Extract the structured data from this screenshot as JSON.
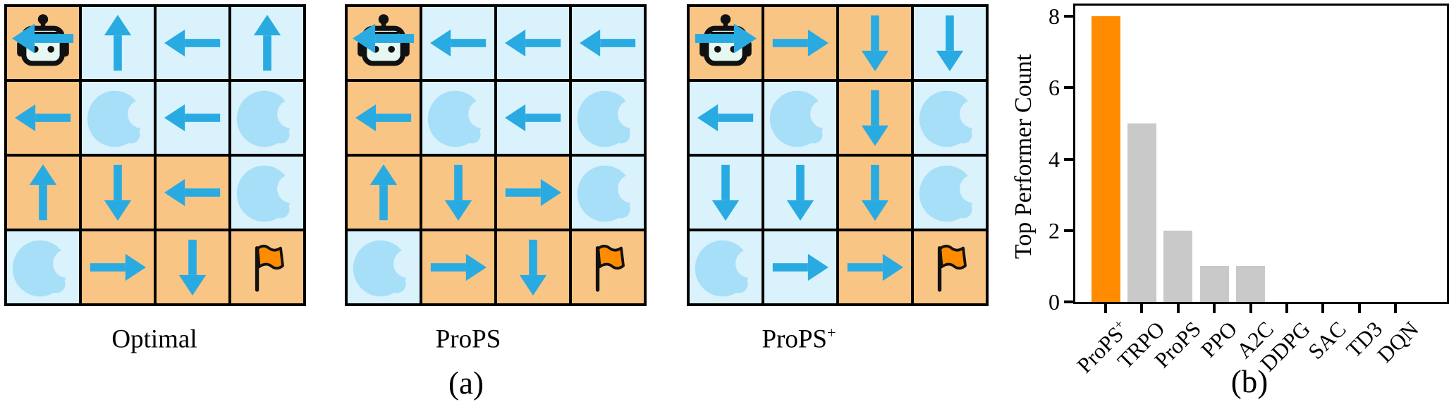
{
  "colors": {
    "cell_orange": "#F9C584",
    "cell_blue": "#D9F2FB",
    "hole_blue": "#A6DFF7",
    "arrow_blue": "#29ABE2",
    "robot_face": "#E7F8F2",
    "ink_black": "#111111",
    "flag_orange": "#FF8C00"
  },
  "panel_a": {
    "label": "(a)",
    "grids": [
      {
        "caption": "Optimal",
        "caption_sup": "",
        "cells": [
          {
            "bg": "orange",
            "icon": "robot",
            "dir": "left"
          },
          {
            "bg": "blue",
            "icon": "arrow",
            "dir": "up"
          },
          {
            "bg": "blue",
            "icon": "arrow",
            "dir": "left"
          },
          {
            "bg": "blue",
            "icon": "arrow",
            "dir": "up"
          },
          {
            "bg": "orange",
            "icon": "arrow",
            "dir": "left"
          },
          {
            "bg": "blue",
            "icon": "hole"
          },
          {
            "bg": "blue",
            "icon": "arrow",
            "dir": "left"
          },
          {
            "bg": "blue",
            "icon": "hole"
          },
          {
            "bg": "orange",
            "icon": "arrow",
            "dir": "up"
          },
          {
            "bg": "orange",
            "icon": "arrow",
            "dir": "down"
          },
          {
            "bg": "orange",
            "icon": "arrow",
            "dir": "left"
          },
          {
            "bg": "blue",
            "icon": "hole"
          },
          {
            "bg": "blue",
            "icon": "hole"
          },
          {
            "bg": "orange",
            "icon": "arrow",
            "dir": "right"
          },
          {
            "bg": "orange",
            "icon": "arrow",
            "dir": "down"
          },
          {
            "bg": "orange",
            "icon": "flag"
          }
        ]
      },
      {
        "caption": "ProPS",
        "caption_sup": "",
        "cells": [
          {
            "bg": "orange",
            "icon": "robot",
            "dir": "left"
          },
          {
            "bg": "blue",
            "icon": "arrow",
            "dir": "left"
          },
          {
            "bg": "blue",
            "icon": "arrow",
            "dir": "left"
          },
          {
            "bg": "blue",
            "icon": "arrow",
            "dir": "left"
          },
          {
            "bg": "orange",
            "icon": "arrow",
            "dir": "left"
          },
          {
            "bg": "blue",
            "icon": "hole"
          },
          {
            "bg": "blue",
            "icon": "arrow",
            "dir": "left"
          },
          {
            "bg": "blue",
            "icon": "hole"
          },
          {
            "bg": "orange",
            "icon": "arrow",
            "dir": "up"
          },
          {
            "bg": "orange",
            "icon": "arrow",
            "dir": "down"
          },
          {
            "bg": "orange",
            "icon": "arrow",
            "dir": "right"
          },
          {
            "bg": "blue",
            "icon": "hole"
          },
          {
            "bg": "blue",
            "icon": "hole"
          },
          {
            "bg": "orange",
            "icon": "arrow",
            "dir": "right"
          },
          {
            "bg": "orange",
            "icon": "arrow",
            "dir": "down"
          },
          {
            "bg": "orange",
            "icon": "flag"
          }
        ]
      },
      {
        "caption": "ProPS",
        "caption_sup": "+",
        "cells": [
          {
            "bg": "orange",
            "icon": "robot",
            "dir": "right"
          },
          {
            "bg": "orange",
            "icon": "arrow",
            "dir": "right"
          },
          {
            "bg": "orange",
            "icon": "arrow",
            "dir": "down"
          },
          {
            "bg": "blue",
            "icon": "arrow",
            "dir": "down"
          },
          {
            "bg": "blue",
            "icon": "arrow",
            "dir": "left"
          },
          {
            "bg": "blue",
            "icon": "hole"
          },
          {
            "bg": "orange",
            "icon": "arrow",
            "dir": "down"
          },
          {
            "bg": "blue",
            "icon": "hole"
          },
          {
            "bg": "blue",
            "icon": "arrow",
            "dir": "down"
          },
          {
            "bg": "blue",
            "icon": "arrow",
            "dir": "down"
          },
          {
            "bg": "orange",
            "icon": "arrow",
            "dir": "down"
          },
          {
            "bg": "blue",
            "icon": "hole"
          },
          {
            "bg": "blue",
            "icon": "hole"
          },
          {
            "bg": "blue",
            "icon": "arrow",
            "dir": "right"
          },
          {
            "bg": "orange",
            "icon": "arrow",
            "dir": "right"
          },
          {
            "bg": "orange",
            "icon": "flag"
          }
        ]
      }
    ]
  },
  "panel_b": {
    "label": "(b)"
  },
  "chart_data": {
    "type": "bar",
    "categories": [
      "ProPS+",
      "TRPO",
      "ProPS",
      "PPO",
      "A2C",
      "DDPG",
      "SAC",
      "TD3",
      "DQN"
    ],
    "values": [
      8,
      5,
      2,
      1,
      1,
      0,
      0,
      0,
      0
    ],
    "highlight_index": 0,
    "highlight_color": "#FF8C00",
    "bar_color": "#C9C9C9",
    "title": "",
    "xlabel": "",
    "ylabel": "Top Performer Count",
    "yticks": [
      0,
      2,
      4,
      6,
      8
    ],
    "ylim": [
      0,
      8.3
    ],
    "grid": false,
    "legend_position": "none"
  }
}
